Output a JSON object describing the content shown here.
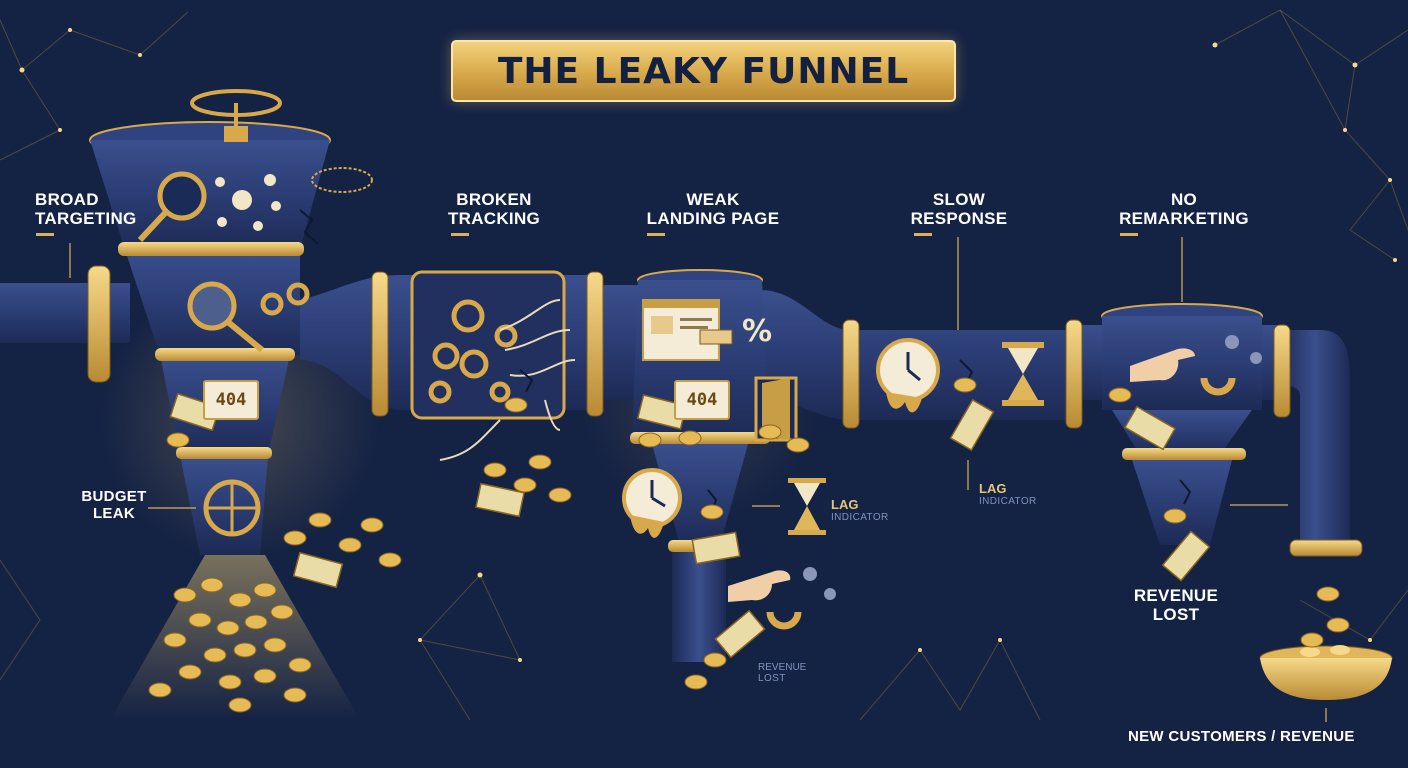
{
  "title": "THE LEAKY FUNNEL",
  "stages": [
    {
      "line1": "BROAD",
      "line2": "TARGETING"
    },
    {
      "line1": "BROKEN",
      "line2": "TRACKING"
    },
    {
      "line1": "WEAK",
      "line2": "LANDING PAGE"
    },
    {
      "line1": "SLOW",
      "line2": "RESPONSE"
    },
    {
      "line1": "NO",
      "line2": "REMARKETING"
    }
  ],
  "budget_leak": {
    "line1": "BUDGET",
    "line2": "LEAK"
  },
  "revenue_lost_main": {
    "line1": "REVENUE",
    "line2": "LOST"
  },
  "error_badge": "404",
  "percent_sign": "%",
  "lag_indicator_1": {
    "big": "LAG",
    "small": "INDICATOR"
  },
  "lag_indicator_2": {
    "big": "LAG",
    "small": "INDICATOR"
  },
  "revenue_lost_small": {
    "line1": "REVENUE",
    "line2": "LOST"
  },
  "outcome": "NEW CUSTOMERS / REVENUE",
  "icons": [
    "valve-wheel-icon",
    "magnifier-icon",
    "gear-icon",
    "plug-cable-icon",
    "browser-window-icon",
    "door-icon",
    "clock-icon",
    "hourglass-icon",
    "hand-icon",
    "magnet-icon",
    "user-icon",
    "coin-icon",
    "banknote-icon",
    "collection-bowl-icon"
  ],
  "colors": {
    "background": "#142244",
    "pipe": "#2b3d74",
    "gold": "#d8a94a",
    "text": "#ffffff"
  }
}
